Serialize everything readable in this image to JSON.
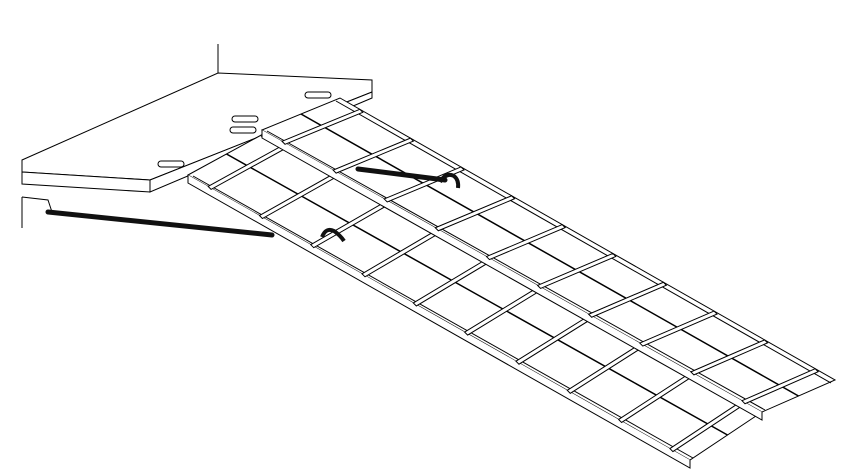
{
  "figure": {
    "subject": "ramp",
    "track_count": 2,
    "rungs_per_track": 9,
    "colors": {
      "line": "#000000",
      "background": "#ffffff",
      "bar": "#111111"
    }
  }
}
